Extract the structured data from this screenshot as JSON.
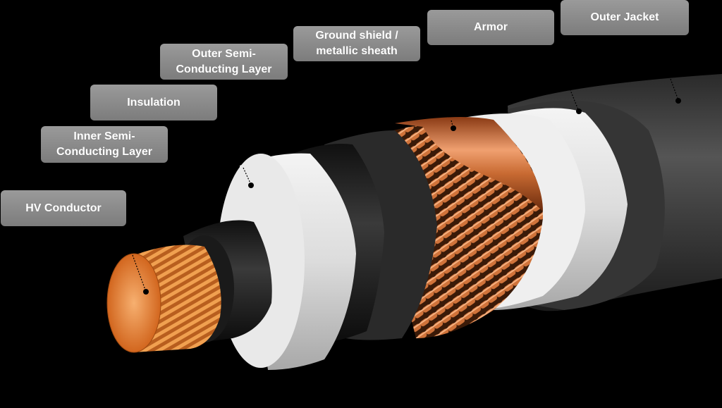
{
  "diagram": {
    "subject": "High-voltage power cable cutaway",
    "background": "#000000",
    "label_color": "#8b8b8b",
    "label_text_color": "#ffffff",
    "labels": [
      {
        "id": "hv-conductor",
        "line1": "HV Conductor",
        "line2": ""
      },
      {
        "id": "inner-semi",
        "line1": "Inner Semi-",
        "line2": "Conducting Layer"
      },
      {
        "id": "insulation",
        "line1": "Insulation",
        "line2": ""
      },
      {
        "id": "outer-semi",
        "line1": "Outer Semi-",
        "line2": "Conducting Layer"
      },
      {
        "id": "ground-shield",
        "line1": "Ground shield /",
        "line2": "metallic sheath"
      },
      {
        "id": "armor",
        "line1": "Armor",
        "line2": ""
      },
      {
        "id": "outer-jacket",
        "line1": "Outer Jacket",
        "line2": ""
      }
    ],
    "layer_colors": {
      "conductor": "#d9782f",
      "semi_conducting": "#1e1e1e",
      "insulation": "#ececec",
      "ground_shield_wires": "#c2622a",
      "copper_tape": "#c86a32",
      "outer_white": "#e2e2e2",
      "jacket": "#3c3c3c"
    }
  }
}
